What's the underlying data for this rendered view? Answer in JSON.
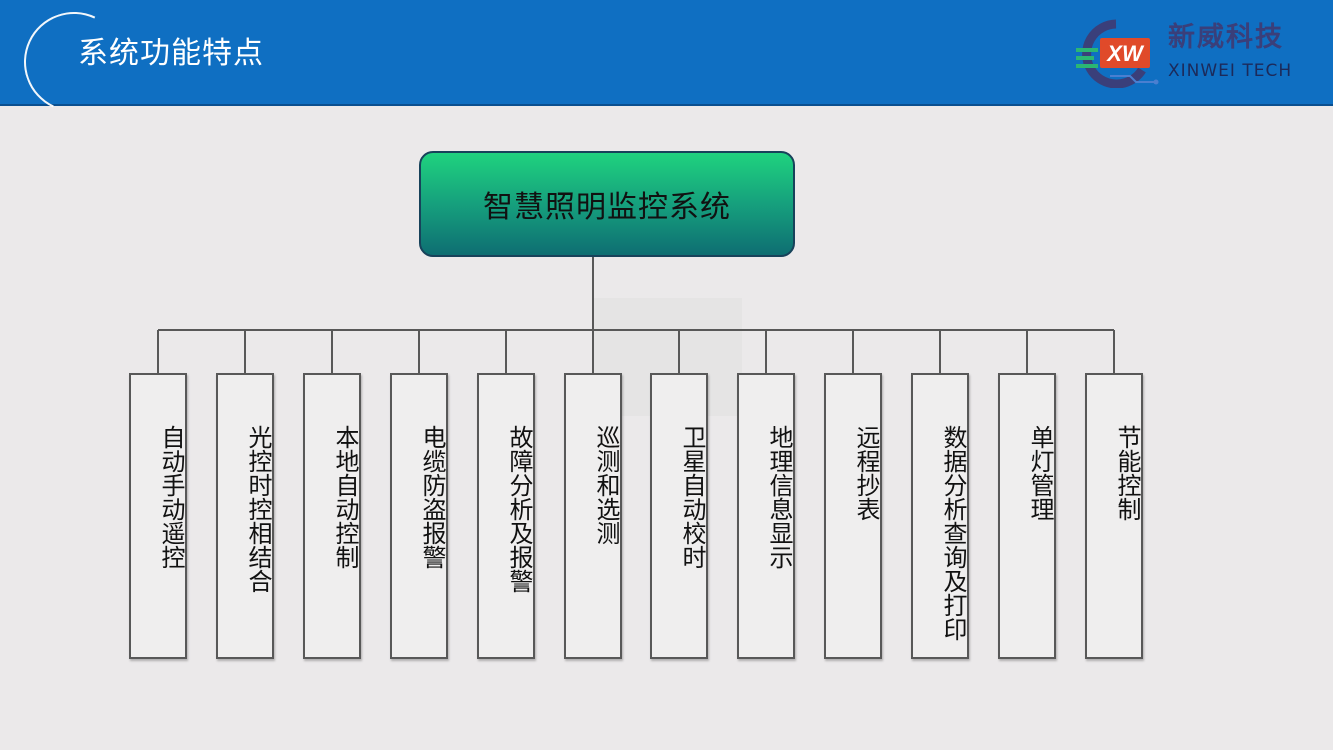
{
  "header": {
    "title": "系统功能特点"
  },
  "logo": {
    "name_cn": "新威科技",
    "name_en": "XINWEI TECH",
    "mark_text": "XW",
    "icon": "xinwei-logo-icon"
  },
  "diagram": {
    "root": "智慧照明监控系统",
    "children": [
      "自动手动遥控",
      "光控时控相结合",
      "本地自动控制",
      "电缆防盗报警",
      "故障分析及报警",
      "巡测和选测",
      "卫星自动校时",
      "地理信息显示",
      "远程抄表",
      "数据分析查询及打印",
      "单灯管理",
      "节能控制"
    ]
  },
  "colors": {
    "header_blue": "#0f6fc2",
    "background": "#ebe9ea",
    "root_green_top": "#1fd27e",
    "root_teal_bottom": "#0e6e72",
    "line": "#585858"
  }
}
